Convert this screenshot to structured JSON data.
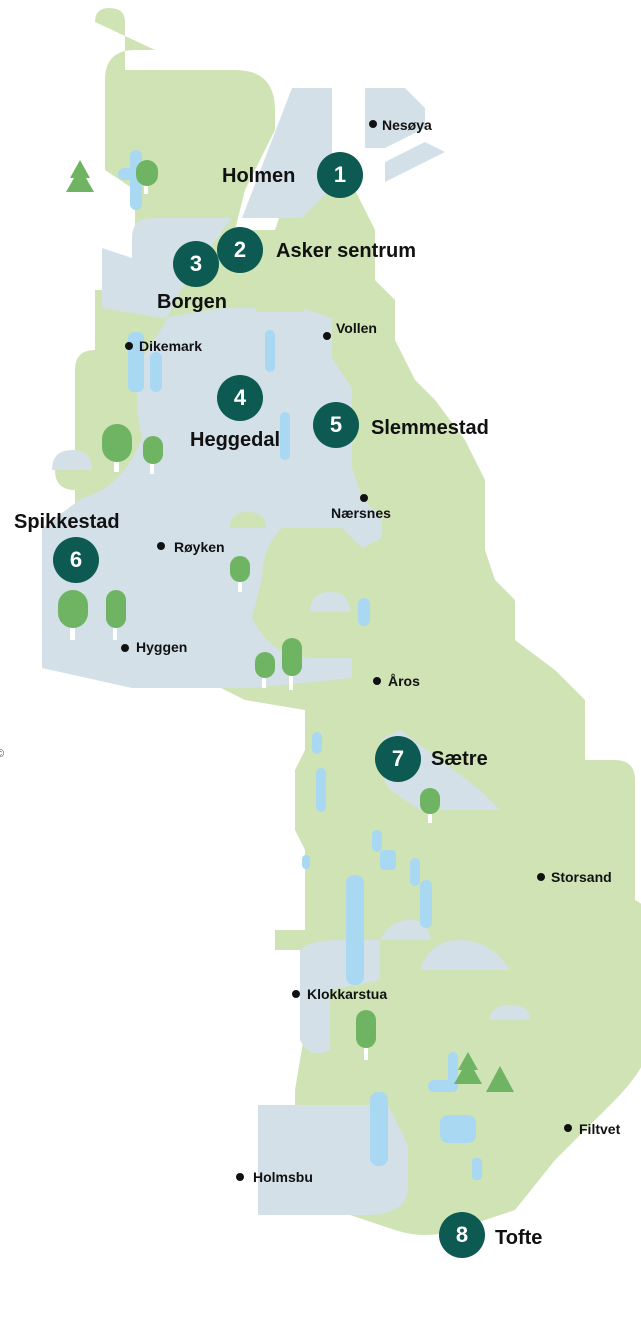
{
  "colors": {
    "land": "#cfe3b5",
    "water": "#d4e0e8",
    "stream": "#a9d8f2",
    "tree": "#6eb463",
    "badge": "#0c5a52"
  },
  "numbered_places": [
    {
      "number": "1",
      "name": "Holmen"
    },
    {
      "number": "2",
      "name": "Asker sentrum"
    },
    {
      "number": "3",
      "name": "Borgen"
    },
    {
      "number": "4",
      "name": "Heggedal"
    },
    {
      "number": "5",
      "name": "Slemmestad"
    },
    {
      "number": "6",
      "name": "Spikkestad"
    },
    {
      "number": "7",
      "name": "Sætre"
    },
    {
      "number": "8",
      "name": "Tofte"
    }
  ],
  "places": [
    "Nesøya",
    "Vollen",
    "Dikemark",
    "Nærsnes",
    "Røyken",
    "Hyggen",
    "Åros",
    "Storsand",
    "Klokkarstua",
    "Filtvet",
    "Holmsbu"
  ],
  "copyright_symbol": "©",
  "icons": [
    "tree-icon",
    "conifer-icon",
    "place-dot-icon"
  ]
}
